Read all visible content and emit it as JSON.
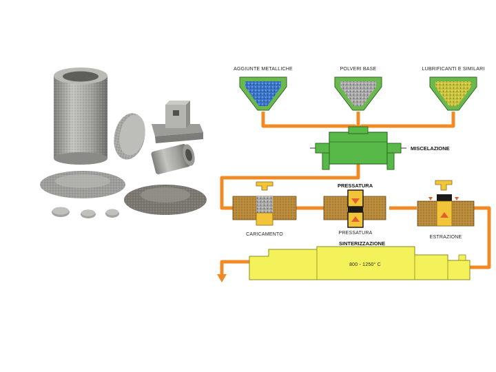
{
  "colors": {
    "pipe": "#f08a24",
    "blue_powder": "#3a74c8",
    "base_powder": "#a8a8a8",
    "lubricant": "#c8c23a",
    "mixer_green": "#58b848",
    "hopper_green": "#6ab84e",
    "mold_brown": "#b88a3a",
    "punch_yellow": "#f2c43a",
    "furnace_yellow": "#f4f25a",
    "photo_metal": "#9a9a96"
  },
  "diagram": {
    "hoppers": [
      {
        "label": "AGGIUNTE METALLICHE"
      },
      {
        "label": "POLVERI BASE"
      },
      {
        "label": "LUBRIFICANTI E SIMILARI"
      }
    ],
    "mixing": {
      "label": "MISCELAZIONE"
    },
    "pressing": {
      "title": "PRESSATURA",
      "steps": [
        {
          "label": "CARICAMENTO"
        },
        {
          "label": "PRESSATURA"
        },
        {
          "label": "ESTRAZIONE"
        }
      ]
    },
    "sintering": {
      "title": "SINTERIZZAZIONE",
      "temperature": "800 - 1250° C"
    }
  }
}
